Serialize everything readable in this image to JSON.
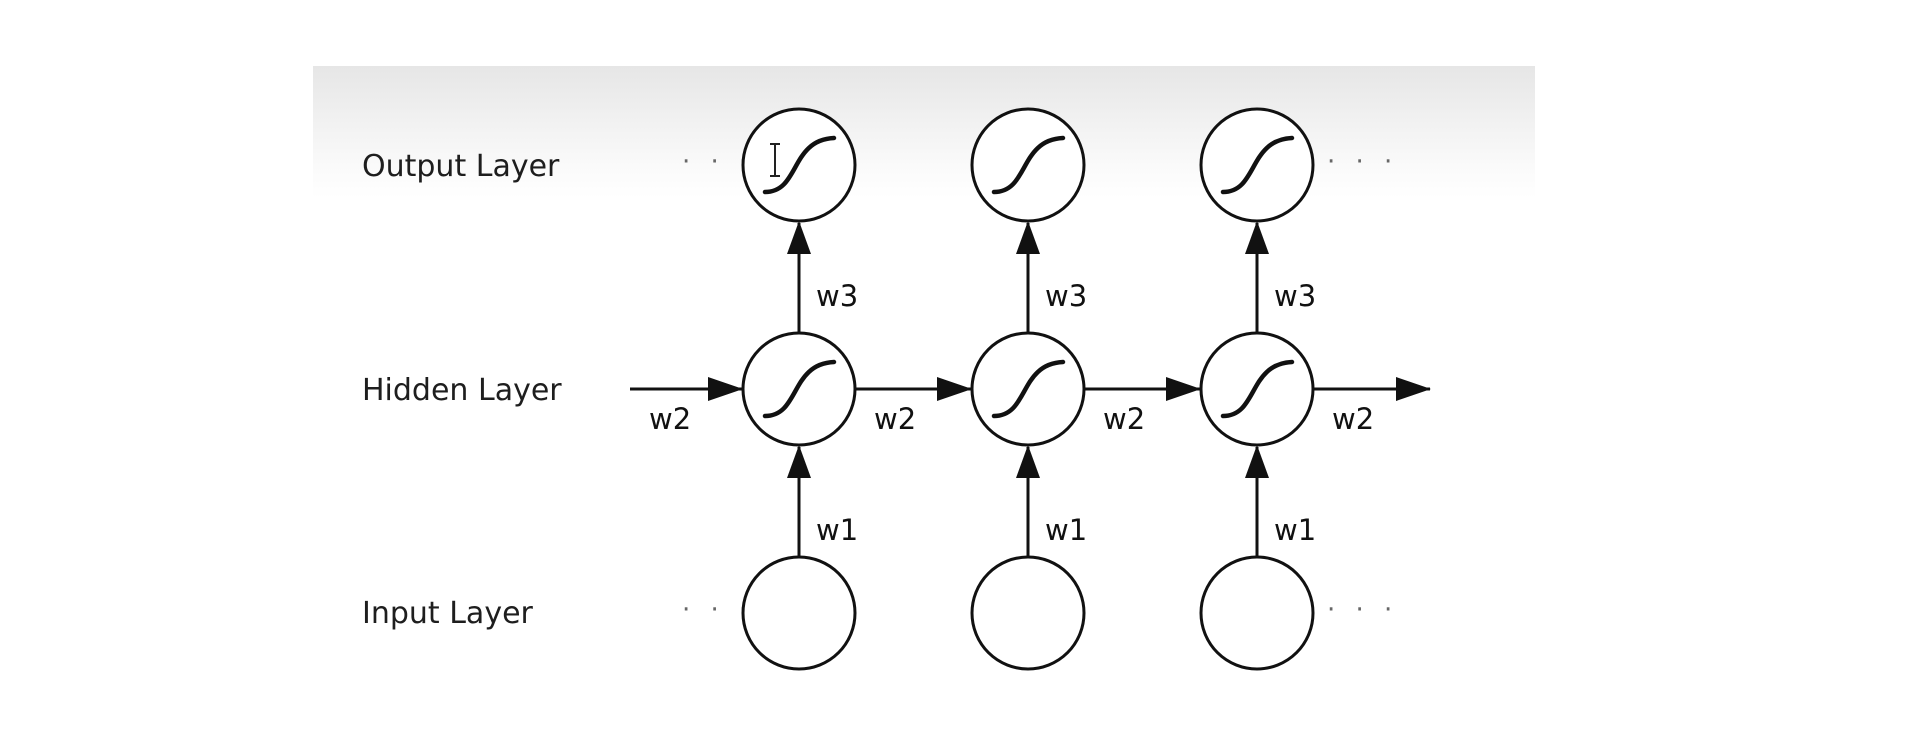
{
  "layers": {
    "output": "Output Layer",
    "hidden": "Hidden Layer",
    "input": "Input Layer"
  },
  "weights": {
    "input_to_hidden": "w1",
    "hidden_to_hidden": "w2",
    "hidden_to_output": "w3"
  },
  "ellipsis": "· · ·",
  "icons": {
    "activation": "sigmoid-icon",
    "pointer": "text-cursor-icon"
  },
  "colors": {
    "stroke": "#111111",
    "band": "#ececec"
  }
}
